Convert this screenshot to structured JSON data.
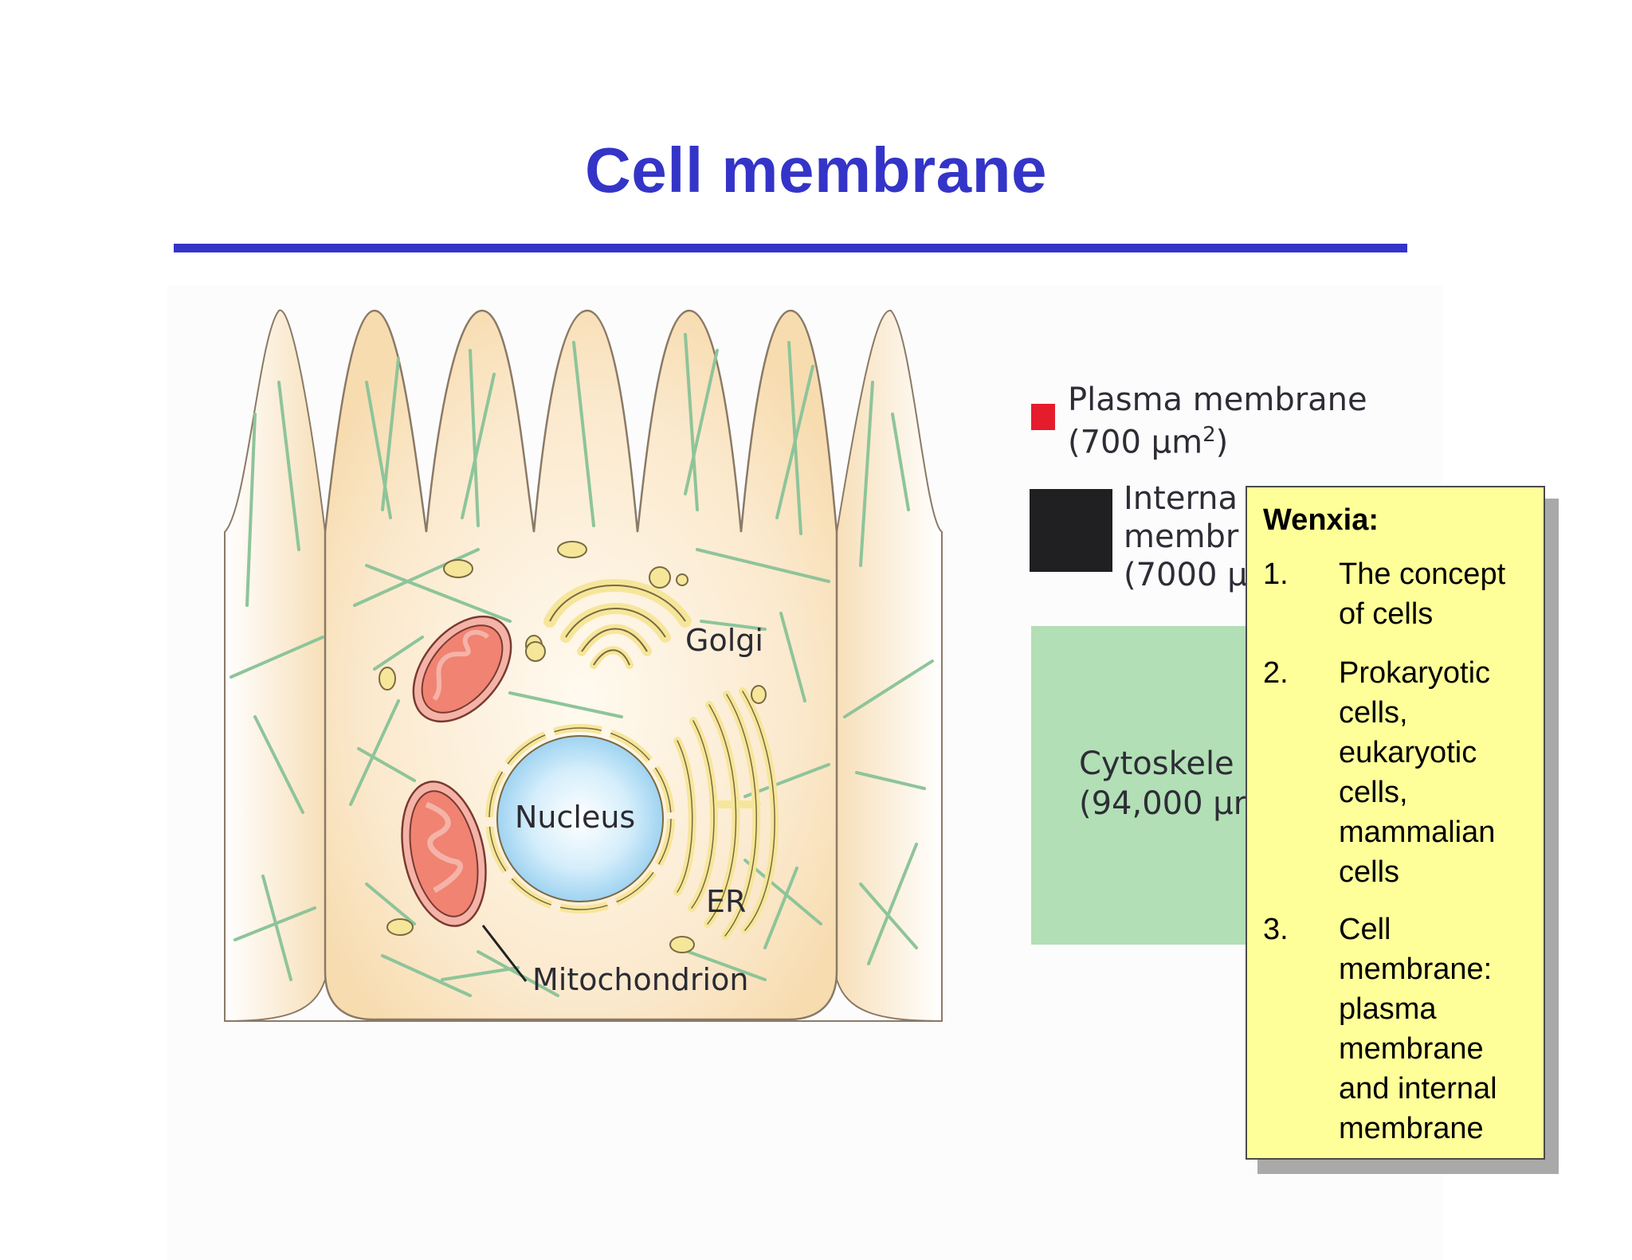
{
  "slide": {
    "title": "Cell membrane"
  },
  "diagram": {
    "labels": {
      "golgi": "Golgi",
      "nucleus": "Nucleus",
      "er": "ER",
      "mitochondrion": "Mitochondrion"
    },
    "legend": [
      {
        "id": "plasma",
        "line1": "Plasma membrane",
        "line2_prefix": "(700 μm",
        "line2_sup": "2",
        "line2_suffix": ")",
        "color": "#e51c2c"
      },
      {
        "id": "internal",
        "line1": "Interna",
        "line2": "membr",
        "line3": "(7000 μ",
        "color": "#202023"
      },
      {
        "id": "cyto",
        "line1": "Cytoskele",
        "line2": "(94,000 μr",
        "color": "#b2dfb5"
      }
    ],
    "colors": {
      "cytoplasm": "#f9e2bd",
      "outline": "#8a7a66",
      "nucleus": "#bfe3f7",
      "mito_fill": "#f08372",
      "mito_membrane": "#f5b3a8",
      "organelle_yellow": "#f6e69a",
      "fiber_green": "#8ec49a"
    }
  },
  "note": {
    "heading": "Wenxia:",
    "items": [
      {
        "num": "1.",
        "text": "The concept of cells"
      },
      {
        "num": "2.",
        "text": "Prokaryotic cells, eukaryotic cells, mammalian cells"
      },
      {
        "num": "3.",
        "text": "Cell membrane: plasma membrane and internal membrane"
      }
    ]
  }
}
